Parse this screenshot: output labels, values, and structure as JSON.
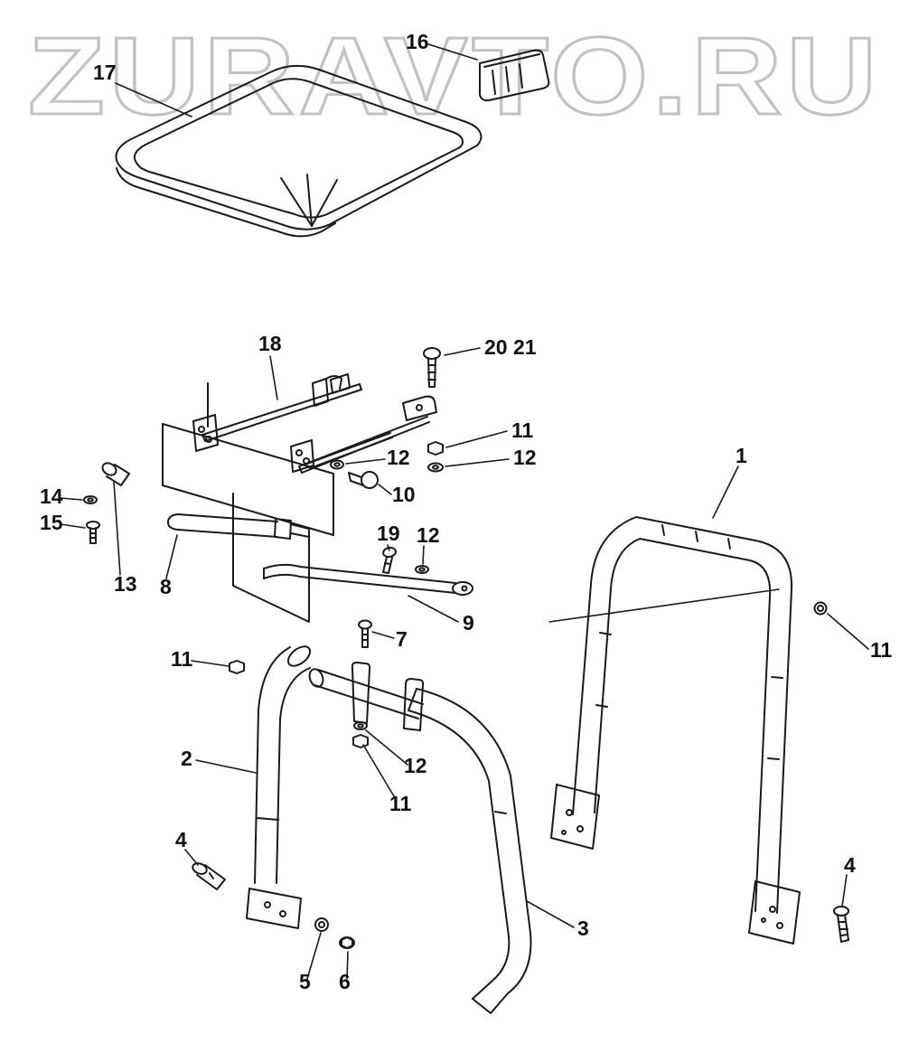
{
  "watermark": {
    "text": "ZURAVTO.RU",
    "color": "#c2c2c2"
  },
  "diagram": {
    "line_color": "#1a1a1a",
    "label_color": "#111111",
    "background": "#ffffff"
  },
  "callouts": [
    {
      "id": "17",
      "label": "17"
    },
    {
      "id": "16",
      "label": "16"
    },
    {
      "id": "18",
      "label": "18"
    },
    {
      "id": "20-21",
      "label": "20 21"
    },
    {
      "id": "11-a",
      "label": "11"
    },
    {
      "id": "12-a",
      "label": "12"
    },
    {
      "id": "12-b",
      "label": "12"
    },
    {
      "id": "10",
      "label": "10"
    },
    {
      "id": "14",
      "label": "14"
    },
    {
      "id": "15",
      "label": "15"
    },
    {
      "id": "13",
      "label": "13"
    },
    {
      "id": "8",
      "label": "8"
    },
    {
      "id": "19",
      "label": "19"
    },
    {
      "id": "12-c",
      "label": "12"
    },
    {
      "id": "9",
      "label": "9"
    },
    {
      "id": "1",
      "label": "1"
    },
    {
      "id": "11-b",
      "label": "11"
    },
    {
      "id": "11-c",
      "label": "11"
    },
    {
      "id": "7",
      "label": "7"
    },
    {
      "id": "2",
      "label": "2"
    },
    {
      "id": "12-d",
      "label": "12"
    },
    {
      "id": "11-d",
      "label": "11"
    },
    {
      "id": "4-a",
      "label": "4"
    },
    {
      "id": "5",
      "label": "5"
    },
    {
      "id": "6",
      "label": "6"
    },
    {
      "id": "3",
      "label": "3"
    },
    {
      "id": "4-b",
      "label": "4"
    }
  ]
}
